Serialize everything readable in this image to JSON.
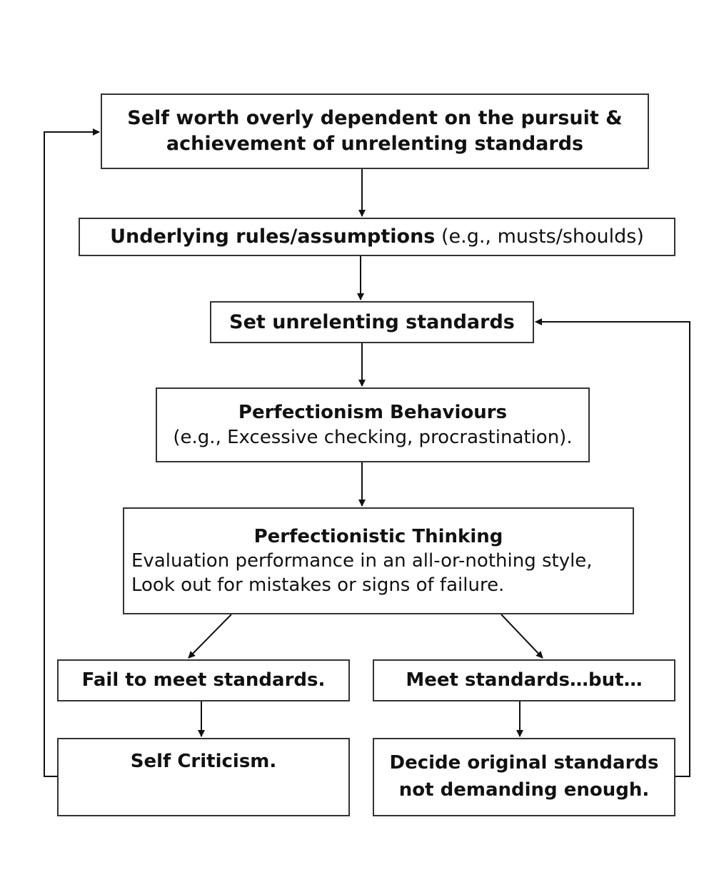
{
  "nodes": {
    "self_worth": {
      "line1": "Self worth overly dependent on the pursuit &",
      "line2": "achievement of unrelenting standards"
    },
    "underlying_rules": {
      "title": "Underlying rules/assumptions",
      "detail": "(e.g., musts/shoulds)"
    },
    "set_standards": {
      "title": "Set unrelenting standards"
    },
    "behaviours": {
      "title": "Perfectionism Behaviours",
      "detail": "(e.g., Excessive checking, procrastination)."
    },
    "thinking": {
      "title": "Perfectionistic Thinking",
      "line1": "Evaluation performance in an all-or-nothing style,",
      "line2": "Look out for mistakes or signs of failure."
    },
    "fail": {
      "title": "Fail to meet standards."
    },
    "meet": {
      "title": "Meet standards…but…"
    },
    "criticism": {
      "title": "Self Criticism."
    },
    "decide": {
      "line1": "Decide original standards",
      "line2": "not demanding enough."
    }
  },
  "edges": [
    {
      "from": "self_worth",
      "to": "underlying_rules"
    },
    {
      "from": "underlying_rules",
      "to": "set_standards"
    },
    {
      "from": "set_standards",
      "to": "behaviours"
    },
    {
      "from": "behaviours",
      "to": "thinking"
    },
    {
      "from": "thinking",
      "to": "fail"
    },
    {
      "from": "thinking",
      "to": "meet"
    },
    {
      "from": "fail",
      "to": "criticism"
    },
    {
      "from": "meet",
      "to": "decide"
    },
    {
      "from": "criticism",
      "to": "self_worth"
    },
    {
      "from": "decide",
      "to": "set_standards"
    }
  ],
  "colors": {
    "line": "#111111",
    "border": "#333333",
    "text": "#111111"
  }
}
